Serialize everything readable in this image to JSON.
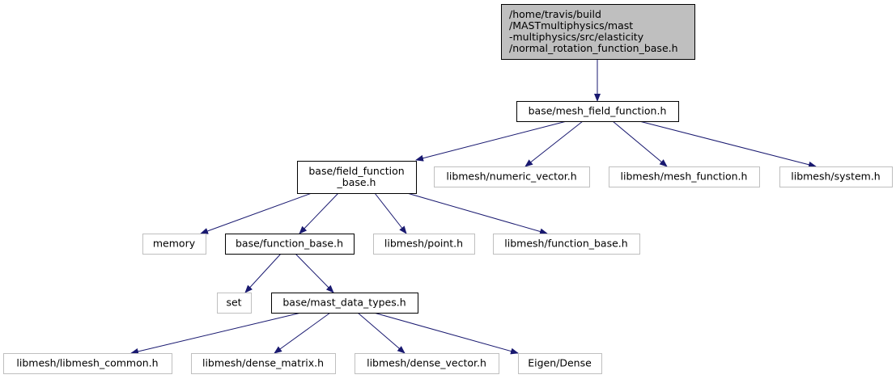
{
  "colors": {
    "root_fill": "#bfbfbf",
    "documented_border": "#000000",
    "external_border": "#bfbfbf",
    "edge": "#191970",
    "text": "#000000"
  },
  "nodes": [
    {
      "id": "root",
      "kind": "root",
      "lines": [
        "/home/travis/build",
        "/MASTmultiphysics/mast",
        "-multiphysics/src/elasticity",
        "/normal_rotation_function_base.h"
      ]
    },
    {
      "id": "mesh_field_function",
      "kind": "documented",
      "lines": [
        "base/mesh_field_function.h"
      ]
    },
    {
      "id": "field_function_base",
      "kind": "documented",
      "lines": [
        "base/field_function",
        "_base.h"
      ]
    },
    {
      "id": "numeric_vector",
      "kind": "external",
      "lines": [
        "libmesh/numeric_vector.h"
      ]
    },
    {
      "id": "mesh_function",
      "kind": "external",
      "lines": [
        "libmesh/mesh_function.h"
      ]
    },
    {
      "id": "system",
      "kind": "external",
      "lines": [
        "libmesh/system.h"
      ]
    },
    {
      "id": "memory",
      "kind": "external",
      "lines": [
        "memory"
      ]
    },
    {
      "id": "function_base",
      "kind": "documented",
      "lines": [
        "base/function_base.h"
      ]
    },
    {
      "id": "point",
      "kind": "external",
      "lines": [
        "libmesh/point.h"
      ]
    },
    {
      "id": "libmesh_function_base",
      "kind": "external",
      "lines": [
        "libmesh/function_base.h"
      ]
    },
    {
      "id": "set",
      "kind": "external",
      "lines": [
        "set"
      ]
    },
    {
      "id": "mast_data_types",
      "kind": "documented",
      "lines": [
        "base/mast_data_types.h"
      ]
    },
    {
      "id": "libmesh_common",
      "kind": "external",
      "lines": [
        "libmesh/libmesh_common.h"
      ]
    },
    {
      "id": "dense_matrix",
      "kind": "external",
      "lines": [
        "libmesh/dense_matrix.h"
      ]
    },
    {
      "id": "dense_vector",
      "kind": "external",
      "lines": [
        "libmesh/dense_vector.h"
      ]
    },
    {
      "id": "eigen_dense",
      "kind": "external",
      "lines": [
        "Eigen/Dense"
      ]
    }
  ],
  "edges": [
    {
      "from": "root",
      "to": "mesh_field_function"
    },
    {
      "from": "mesh_field_function",
      "to": "field_function_base"
    },
    {
      "from": "mesh_field_function",
      "to": "numeric_vector"
    },
    {
      "from": "mesh_field_function",
      "to": "mesh_function"
    },
    {
      "from": "mesh_field_function",
      "to": "system"
    },
    {
      "from": "field_function_base",
      "to": "memory"
    },
    {
      "from": "field_function_base",
      "to": "function_base"
    },
    {
      "from": "field_function_base",
      "to": "point"
    },
    {
      "from": "field_function_base",
      "to": "libmesh_function_base"
    },
    {
      "from": "function_base",
      "to": "set"
    },
    {
      "from": "function_base",
      "to": "mast_data_types"
    },
    {
      "from": "mast_data_types",
      "to": "libmesh_common"
    },
    {
      "from": "mast_data_types",
      "to": "dense_matrix"
    },
    {
      "from": "mast_data_types",
      "to": "dense_vector"
    },
    {
      "from": "mast_data_types",
      "to": "eigen_dense"
    }
  ]
}
